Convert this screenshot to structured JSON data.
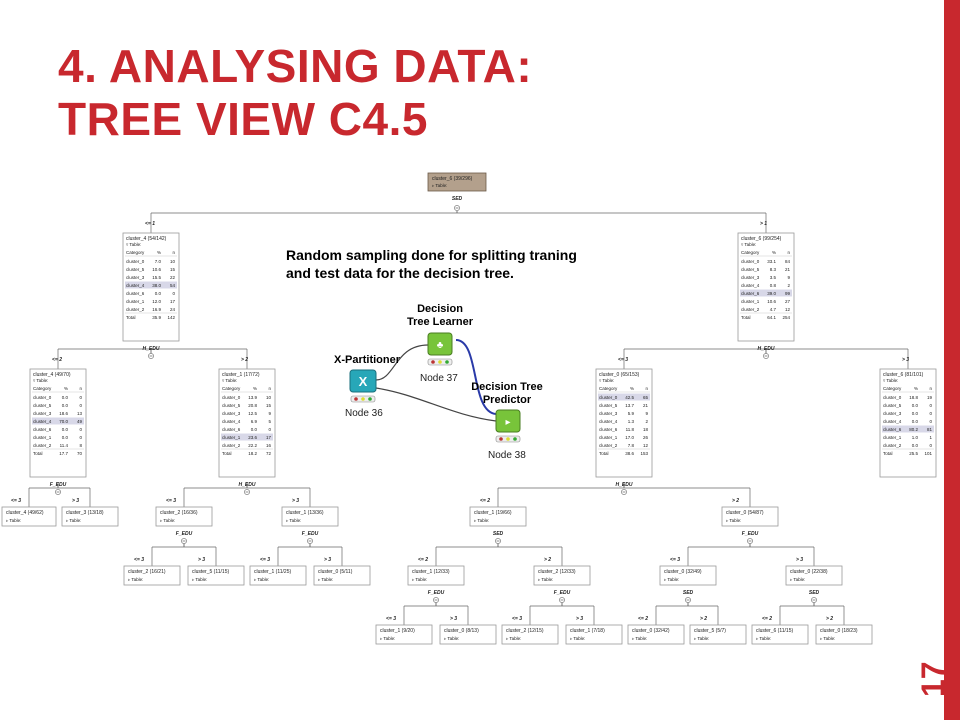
{
  "slide": {
    "title_line1": "4. ANALYSING DATA:",
    "title_line2": "TREE VIEW C4.5",
    "page_number": "17",
    "note_line1": "Random sampling done for splitting traning",
    "note_line2": "and test data for the decision tree.",
    "accent_color": "#c8282e"
  },
  "workflow": {
    "partitioner_label": "X-Partitioner",
    "partitioner_node": "Node 36",
    "learner_label_1": "Decision",
    "learner_label_2": "Tree Learner",
    "learner_node": "Node 37",
    "predictor_label_1": "Decision Tree",
    "predictor_label_2": "Predictor",
    "predictor_node": "Node 38"
  },
  "tree": {
    "table_label": "Table:",
    "col_category": "Category",
    "col_pct": "%",
    "col_n": "n",
    "nodes": [
      {
        "id": "root",
        "title": "cluster_6 (39/296)",
        "split": "SED",
        "rows": []
      },
      {
        "id": "l1",
        "title": "cluster_4 (54/142)",
        "branch": "<= 1",
        "split": "H_EDU",
        "rows": [
          [
            "cluster_0",
            "7.0",
            "10"
          ],
          [
            "cluster_5",
            "10.6",
            "15"
          ],
          [
            "cluster_3",
            "15.5",
            "22"
          ],
          [
            "cluster_4",
            "38.0",
            "54"
          ],
          [
            "cluster_6",
            "0.0",
            "0"
          ],
          [
            "cluster_1",
            "12.0",
            "17"
          ],
          [
            "cluster_2",
            "16.9",
            "24"
          ],
          [
            "Total",
            "35.9",
            "142"
          ]
        ]
      },
      {
        "id": "r1",
        "title": "cluster_6 (99/254)",
        "branch": "> 1",
        "split": "H_EDU",
        "rows": [
          [
            "cluster_0",
            "33.1",
            "84"
          ],
          [
            "cluster_5",
            "8.3",
            "21"
          ],
          [
            "cluster_3",
            "3.5",
            "9"
          ],
          [
            "cluster_4",
            "0.8",
            "2"
          ],
          [
            "cluster_6",
            "39.0",
            "99"
          ],
          [
            "cluster_1",
            "10.6",
            "27"
          ],
          [
            "cluster_2",
            "4.7",
            "12"
          ],
          [
            "Total",
            "64.1",
            "254"
          ]
        ]
      },
      {
        "id": "ll",
        "title": "cluster_4 (49/70)",
        "branch": "<= 2",
        "split": "F_EDU",
        "rows": [
          [
            "cluster_0",
            "0.0",
            "0"
          ],
          [
            "cluster_5",
            "0.0",
            "0"
          ],
          [
            "cluster_3",
            "18.6",
            "13"
          ],
          [
            "cluster_4",
            "70.0",
            "49"
          ],
          [
            "cluster_6",
            "0.0",
            "0"
          ],
          [
            "cluster_1",
            "0.0",
            "0"
          ],
          [
            "cluster_2",
            "11.4",
            "8"
          ],
          [
            "Total",
            "17.7",
            "70"
          ]
        ]
      },
      {
        "id": "lr",
        "title": "cluster_1 (17/72)",
        "branch": "> 2",
        "split": "H_EDU",
        "rows": [
          [
            "cluster_0",
            "13.9",
            "10"
          ],
          [
            "cluster_5",
            "20.8",
            "15"
          ],
          [
            "cluster_3",
            "12.5",
            "9"
          ],
          [
            "cluster_4",
            "6.9",
            "5"
          ],
          [
            "cluster_6",
            "0.0",
            "0"
          ],
          [
            "cluster_1",
            "23.6",
            "17"
          ],
          [
            "cluster_2",
            "22.2",
            "16"
          ],
          [
            "Total",
            "18.2",
            "72"
          ]
        ]
      },
      {
        "id": "rl",
        "title": "cluster_0 (65/153)",
        "branch": "<= 3",
        "split": "H_EDU",
        "rows": [
          [
            "cluster_0",
            "42.5",
            "65"
          ],
          [
            "cluster_5",
            "13.7",
            "21"
          ],
          [
            "cluster_3",
            "5.9",
            "9"
          ],
          [
            "cluster_4",
            "1.3",
            "2"
          ],
          [
            "cluster_6",
            "11.8",
            "18"
          ],
          [
            "cluster_1",
            "17.0",
            "26"
          ],
          [
            "cluster_2",
            "7.8",
            "12"
          ],
          [
            "Total",
            "38.6",
            "153"
          ]
        ]
      },
      {
        "id": "rr",
        "title": "cluster_6 (81/101)",
        "branch": "> 3",
        "rows": [
          [
            "cluster_0",
            "18.8",
            "19"
          ],
          [
            "cluster_5",
            "0.0",
            "0"
          ],
          [
            "cluster_3",
            "0.0",
            "0"
          ],
          [
            "cluster_4",
            "0.0",
            "0"
          ],
          [
            "cluster_6",
            "80.2",
            "81"
          ],
          [
            "cluster_1",
            "1.0",
            "1"
          ],
          [
            "cluster_2",
            "0.0",
            "0"
          ],
          [
            "Total",
            "25.5",
            "101"
          ]
        ]
      }
    ],
    "leaves": [
      {
        "title": "cluster_4 (49/62)",
        "branch": "<= 3"
      },
      {
        "title": "cluster_3 (13/18)",
        "branch": "> 3"
      },
      {
        "title": "cluster_2 (16/36)",
        "branch": "<= 3",
        "split": "F_EDU"
      },
      {
        "title": "cluster_1 (13/36)",
        "branch": "> 3",
        "split": "F_EDU"
      },
      {
        "title": "cluster_2 (16/21)",
        "branch": "<= 3"
      },
      {
        "title": "cluster_5 (11/15)",
        "branch": "> 3"
      },
      {
        "title": "cluster_1 (11/25)",
        "branch": "<= 3"
      },
      {
        "title": "cluster_0 (5/11)",
        "branch": "> 3"
      },
      {
        "title": "cluster_1 (19/66)",
        "branch": "<= 2",
        "split": "SED"
      },
      {
        "title": "cluster_0 (54/87)",
        "branch": "> 2",
        "split": "F_EDU"
      },
      {
        "title": "cluster_1 (12/33)",
        "branch": "<= 2",
        "split": "F_EDU"
      },
      {
        "title": "cluster_2 (12/33)",
        "branch": "> 2",
        "split": "F_EDU"
      },
      {
        "title": "cluster_0 (32/49)",
        "branch": "<= 3",
        "split": "SED"
      },
      {
        "title": "cluster_0 (22/38)",
        "branch": "> 3",
        "split": "SED"
      },
      {
        "title": "cluster_1 (9/20)",
        "branch": "<= 3"
      },
      {
        "title": "cluster_0 (8/13)",
        "branch": "> 3"
      },
      {
        "title": "cluster_2 (12/15)",
        "branch": "<= 3"
      },
      {
        "title": "cluster_1 (7/18)",
        "branch": "> 3"
      },
      {
        "title": "cluster_0 (32/42)",
        "branch": "<= 2"
      },
      {
        "title": "cluster_5 (5/7)",
        "branch": "> 2"
      },
      {
        "title": "cluster_6 (11/15)",
        "branch": "<= 2"
      },
      {
        "title": "cluster_0 (18/23)",
        "branch": "> 2"
      }
    ]
  }
}
